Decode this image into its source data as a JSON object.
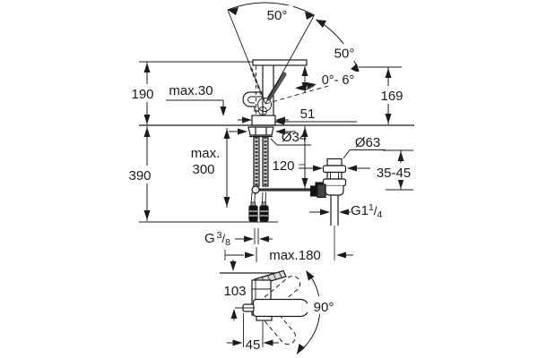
{
  "drawing": {
    "kind": "faucet installation dimension drawing",
    "line_color": "#1c1c1c",
    "background": "#ffffff"
  },
  "side_view": {
    "dimensions": {
      "lever_angle_top": "50°",
      "lever_angle_front": "50°",
      "spout_tilt_range": "0°- 6°",
      "outlet_height": "169",
      "height_above_deck": "190",
      "deck_thickness_max": "max.30",
      "spout_reach": "51",
      "deck_hole_diameter": "Ø34",
      "below_deck_depth": "390",
      "hose_depth_max_line1": "max.",
      "hose_depth_max_line2": "300",
      "popup_rod_depth": "120",
      "popup_rod_reach_max": "max.180",
      "hose_thread": {
        "main": "G",
        "sup": "3",
        "slash": "/",
        "sub": "8"
      }
    },
    "waste_set": {
      "flange_diameter": "Ø63",
      "deck_thickness_range": "35-45",
      "outlet_thread": {
        "main": "G1",
        "sup": "1",
        "slash": "/",
        "sub": "4"
      }
    }
  },
  "top_view": {
    "dimensions": {
      "body_height": "103",
      "swivel_angle": "90°",
      "outlet_offset": "45"
    }
  }
}
